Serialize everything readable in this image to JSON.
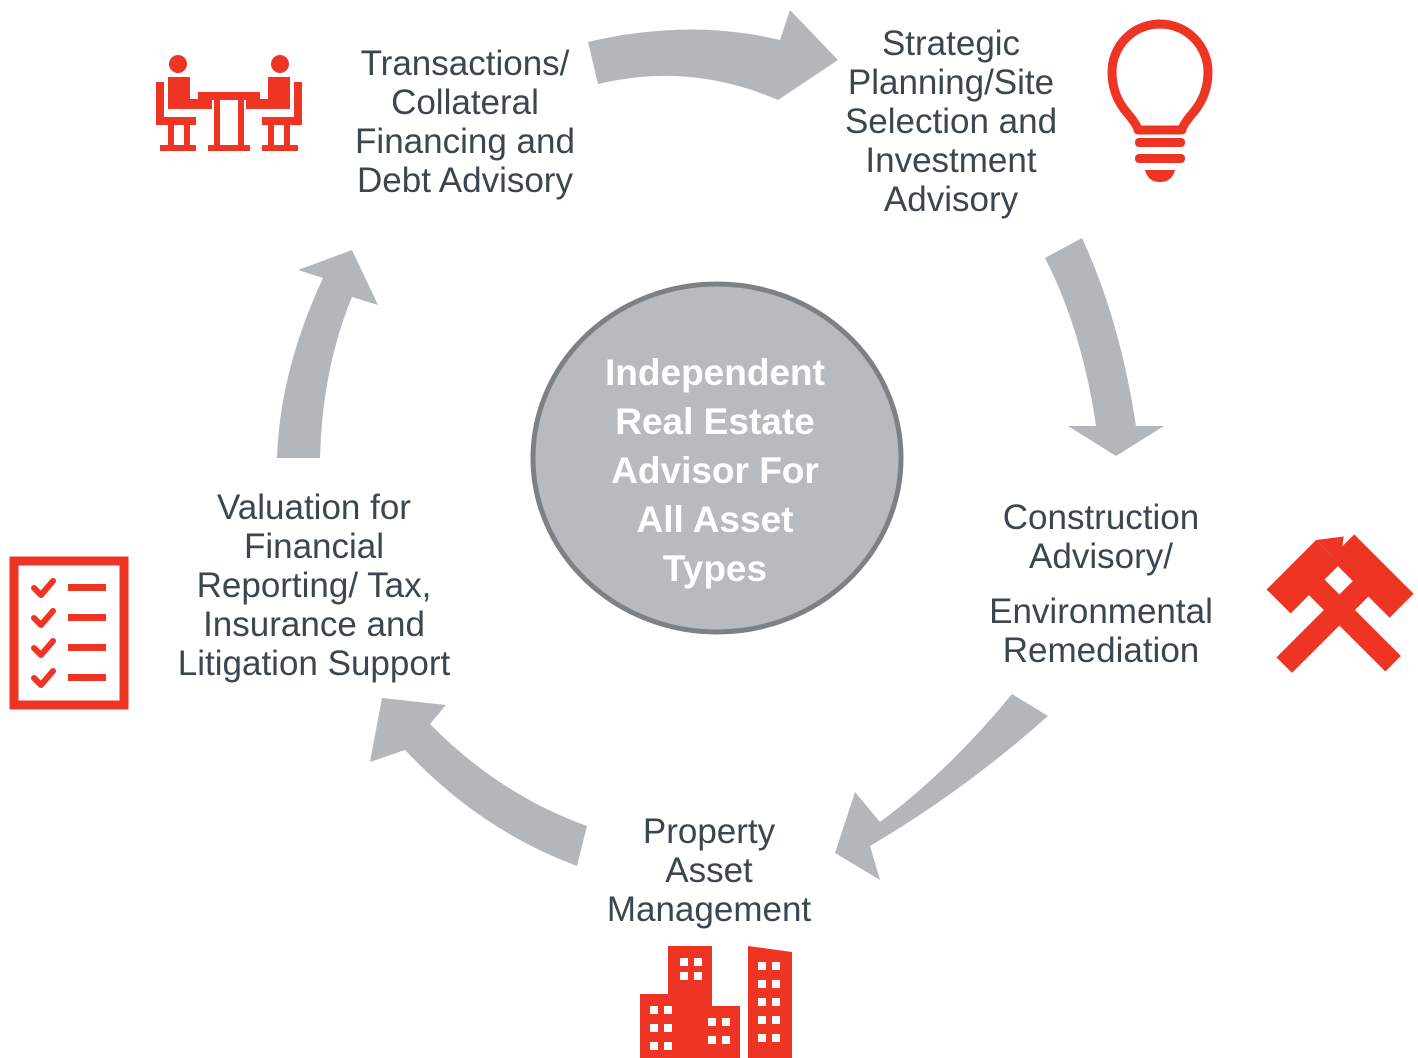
{
  "center": {
    "lines": [
      "Independent",
      "Real Estate",
      "Advisor For",
      "All Asset",
      "Types"
    ]
  },
  "nodes": {
    "transactions": {
      "lines": [
        "Transactions/",
        "Collateral",
        "Financing and",
        "Debt Advisory"
      ],
      "icon": "meeting-people-icon"
    },
    "strategic": {
      "lines": [
        "Strategic",
        "Planning/Site",
        "Selection and",
        "Investment",
        "Advisory"
      ],
      "icon": "lightbulb-icon"
    },
    "construction": {
      "lines": [
        "Construction",
        "Advisory/",
        "Environmental",
        "Remediation"
      ],
      "icon": "hammers-icon"
    },
    "property": {
      "lines": [
        "Property",
        "Asset",
        "Management"
      ],
      "icon": "buildings-icon"
    },
    "valuation": {
      "lines": [
        "Valuation for",
        "Financial",
        "Reporting/ Tax,",
        "Insurance and",
        "Litigation Support"
      ],
      "icon": "checklist-icon"
    }
  },
  "colors": {
    "accent": "#ee3524",
    "arrow": "#b3b7ba",
    "circle_fill": "#b8bbbd",
    "circle_stroke": "#7d8183",
    "text": "#3b4650"
  }
}
